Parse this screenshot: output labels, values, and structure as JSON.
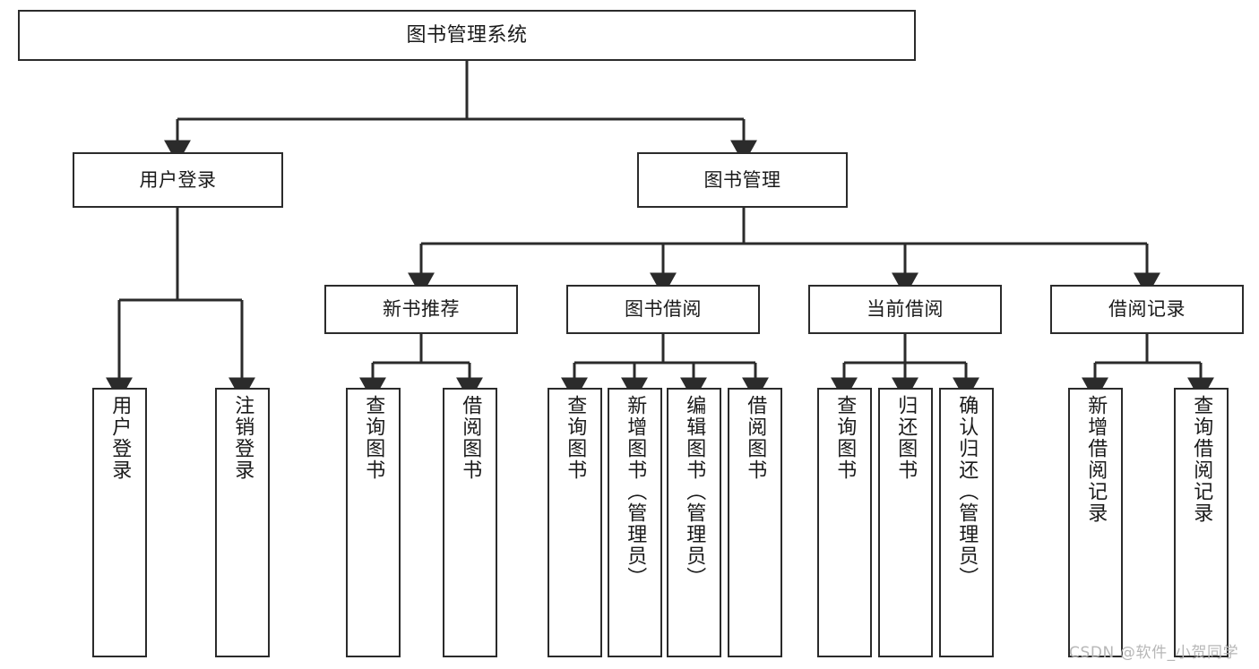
{
  "diagram": {
    "type": "tree-hierarchy",
    "orientation": "top-down",
    "root": {
      "label": "图书管理系统"
    },
    "level2": [
      {
        "label": "用户登录"
      },
      {
        "label": "图书管理"
      }
    ],
    "level3": [
      {
        "label": "新书推荐"
      },
      {
        "label": "图书借阅"
      },
      {
        "label": "当前借阅"
      },
      {
        "label": "借阅记录"
      }
    ],
    "leaves": {
      "user_login": [
        {
          "label": "用户登录"
        },
        {
          "label": "注销登录"
        }
      ],
      "new_book_recommend": [
        {
          "label": "查询图书"
        },
        {
          "label": "借阅图书"
        }
      ],
      "book_borrow": [
        {
          "label": "查询图书"
        },
        {
          "label": "新增图书（管理员）"
        },
        {
          "label": "编辑图书（管理员）"
        },
        {
          "label": "借阅图书"
        }
      ],
      "current_borrow": [
        {
          "label": "查询图书"
        },
        {
          "label": "归还图书"
        },
        {
          "label": "确认归还（管理员）"
        }
      ],
      "borrow_record": [
        {
          "label": "新增借阅记录"
        },
        {
          "label": "查询借阅记录"
        }
      ]
    }
  },
  "watermark": {
    "text": "CSDN @软件_小贺同学"
  },
  "colors": {
    "stroke": "#2b2b2b",
    "fill": "#ffffff",
    "text": "#1a1a1a",
    "watermark": "#b7b7b7"
  }
}
